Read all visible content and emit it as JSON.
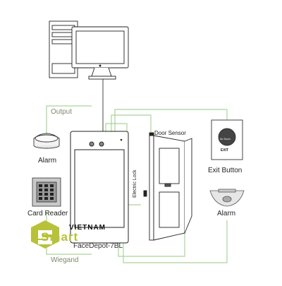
{
  "labels": {
    "output": "Output",
    "alarm_left": "Alarm",
    "card_reader": "Card Reader",
    "wiegand": "Wiegand",
    "door_sensor": "Door Sensor",
    "electric_lock": "Electric Lock",
    "exit_button": "Exit Button",
    "alarm_right": "Alarm",
    "device_model": "FaceDepot-7BL",
    "exit_text": "EXIT",
    "no_touch": "No Touch"
  },
  "watermark": {
    "top": "VIETNAM",
    "main": "Smart"
  },
  "colors": {
    "wire": "#a9d49a",
    "line": "#222222",
    "logo": "#b7c23a"
  },
  "icons": [
    "computer-icon",
    "alarm-icon",
    "card-reader-icon",
    "face-terminal-icon",
    "door-icon",
    "exit-button-icon",
    "siren-alarm-icon"
  ]
}
